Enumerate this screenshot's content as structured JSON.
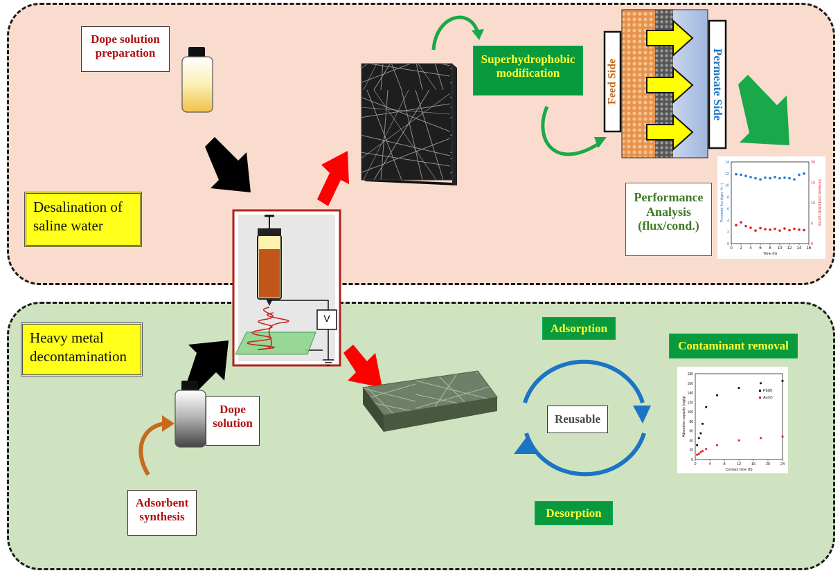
{
  "top_panel": {
    "title": "Desalination of saline water",
    "dope_prep": "Dope solution preparation",
    "superhydrophobic": "Superhydrophobic modification",
    "feed_side": "Feed Side",
    "permeate_side": "Permeate Side",
    "performance": "Performance Analysis (flux/cond.)"
  },
  "bottom_panel": {
    "title": "Heavy metal decontamination",
    "dope_solution": "Dope solution",
    "adsorbent": "Adsorbent synthesis",
    "adsorption": "Adsorption",
    "desorption": "Desorption",
    "reusable": "Reusable",
    "contaminant": "Contaminant removal"
  },
  "electrospinning": {
    "voltage_label": "V"
  },
  "chart_data": [
    {
      "type": "scatter",
      "xlabel": "Time (h)",
      "ylabel": "Permeate flux (kgm⁻²h⁻¹)",
      "y2label": "Permeate conductivity (µs/cm)",
      "xlim": [
        0,
        16
      ],
      "ylim": [
        0,
        14
      ],
      "y2lim": [
        0,
        20
      ],
      "xticks": [
        "0",
        "2",
        "4",
        "6",
        "8",
        "10",
        "12",
        "14",
        "16"
      ],
      "yticks": [
        "0",
        "2",
        "4",
        "6",
        "8",
        "10",
        "12",
        "14"
      ],
      "y2ticks": [
        "0",
        "5",
        "10",
        "15",
        "20"
      ],
      "series": [
        {
          "axis": "left",
          "color": "#1f77d0",
          "x": [
            1,
            2,
            3,
            4,
            5,
            6,
            7,
            8,
            9,
            10,
            11,
            12,
            13,
            14,
            15
          ],
          "y": [
            11.9,
            11.8,
            11.6,
            11.4,
            11.2,
            11.0,
            11.3,
            11.2,
            11.4,
            11.2,
            11.3,
            11.2,
            11.0,
            11.8,
            12.0
          ]
        },
        {
          "axis": "right",
          "color": "#e0201e",
          "x": [
            1,
            2,
            3,
            4,
            5,
            6,
            7,
            8,
            9,
            10,
            11,
            12,
            13,
            14,
            15
          ],
          "y": [
            4.5,
            5.2,
            4.3,
            3.9,
            3.2,
            3.8,
            3.5,
            3.4,
            3.6,
            3.2,
            3.7,
            3.3,
            3.6,
            3.4,
            3.3
          ]
        }
      ]
    },
    {
      "type": "scatter",
      "xlabel": "Contact time (h)",
      "ylabel": "Adsorption capacity (mg/g)",
      "xlim": [
        0,
        24
      ],
      "ylim": [
        0,
        180
      ],
      "xticks": [
        "0",
        "4",
        "8",
        "12",
        "16",
        "20",
        "24"
      ],
      "yticks": [
        "0",
        "20",
        "40",
        "60",
        "80",
        "100",
        "120",
        "140",
        "160",
        "180"
      ],
      "legend": "top-right",
      "series": [
        {
          "name": "Pb(II)",
          "color": "#111111",
          "x": [
            0.5,
            1,
            1.5,
            2,
            3,
            6,
            12,
            18,
            24
          ],
          "y": [
            30,
            45,
            55,
            75,
            110,
            135,
            150,
            160,
            165
          ]
        },
        {
          "name": "As(V)",
          "color": "#e0201e",
          "x": [
            0.5,
            1,
            1.5,
            2,
            3,
            6,
            12,
            18,
            24
          ],
          "y": [
            10,
            12,
            15,
            18,
            22,
            30,
            40,
            45,
            48
          ]
        }
      ]
    }
  ]
}
